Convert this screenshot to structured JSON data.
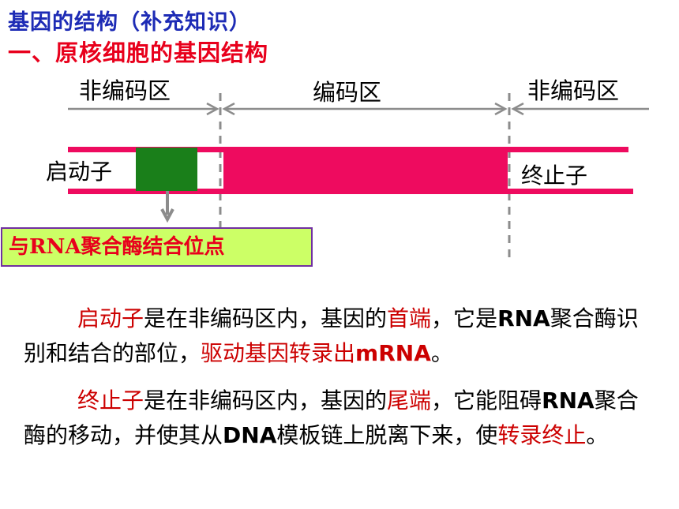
{
  "header": {
    "title": "基因的结构（补充知识）",
    "subtitle": "一、原核细胞的基因结构"
  },
  "diagram": {
    "left_region": "非编码区",
    "middle_region": "编码区",
    "right_region": "非编码区",
    "promoter": "启动子",
    "terminator": "终止子",
    "binding_note": "与RNA聚合酶结合位点",
    "colors": {
      "dna_strand": "#ee0b5f",
      "promoter_block": "#1a7f1a",
      "arrow": "#8c8c8c",
      "note_bg": "#ccff66",
      "note_border": "#7030a0"
    }
  },
  "paragraph1": {
    "t1": "启动子",
    "t2": "是在非编码区内，基因的",
    "t3": "首端",
    "t4": "，它是",
    "t5": "RNA",
    "t6": "聚合酶识别和结合的部位，",
    "t7": "驱动基因转录出",
    "t8": "mRNA",
    "t9": "。"
  },
  "paragraph2": {
    "t1": "终止子",
    "t2": "是在非编码区内，基因的",
    "t3": "尾端",
    "t4": "，它能阻碍",
    "t5": "RNA",
    "t6": "聚合酶的移动，并使其从",
    "t7": "DNA",
    "t8": "模板链上脱离下来，使",
    "t9": "转录终止",
    "t10": "。"
  }
}
